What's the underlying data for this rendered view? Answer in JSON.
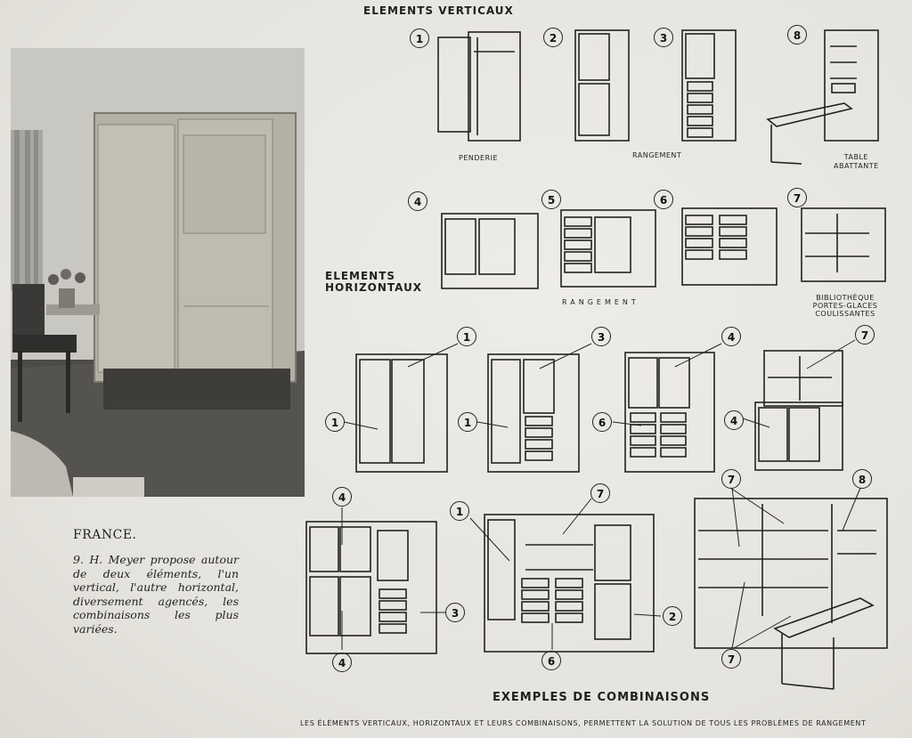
{
  "titles": {
    "vertical": "ELEMENTS VERTICAUX",
    "horizontal_line1": "ELEMENTS",
    "horizontal_line2": "HORIZONTAUX",
    "combinations": "EXEMPLES DE COMBINAISONS"
  },
  "vertical_labels": {
    "penderie": "PENDERIE",
    "rangement": "RANGEMENT",
    "table_line1": "TABLE",
    "table_line2": "ABATTANTE"
  },
  "horizontal_labels": {
    "rangement": "RANGEMENT",
    "biblio_line1": "BIBLIOTHÈQUE",
    "biblio_line2": "PORTES-GLACES COULISSANTES"
  },
  "element_numbers": {
    "v1": "1",
    "v2": "2",
    "v3": "3",
    "v8": "8",
    "h4": "4",
    "h5": "5",
    "h6": "6",
    "h7": "7"
  },
  "combo_numbers": {
    "c1a": "1",
    "c1b": "1",
    "c3a": "3",
    "c1c": "1",
    "c4a": "4",
    "c6a": "6",
    "c7a": "7",
    "c4b": "4",
    "c4c": "4",
    "c3b": "3",
    "c4d": "4",
    "c1d": "1",
    "c7b": "7",
    "c2": "2",
    "c6b": "6",
    "c7c": "7",
    "c8": "8",
    "c7d": "7"
  },
  "caption": {
    "country": "FRANCE.",
    "text": "9. H. Meyer propose autour de deux éléments, l'un vertical, l'autre horizontal, diversement agencés, les combinaisons les plus variées."
  },
  "footer": "LES ÉLÉMENTS VERTICAUX, HORIZONTAUX ET LEURS COMBINAISONS, PERMETTENT LA SOLUTION DE TOUS LES PROBLÈMES DE RANGEMENT"
}
